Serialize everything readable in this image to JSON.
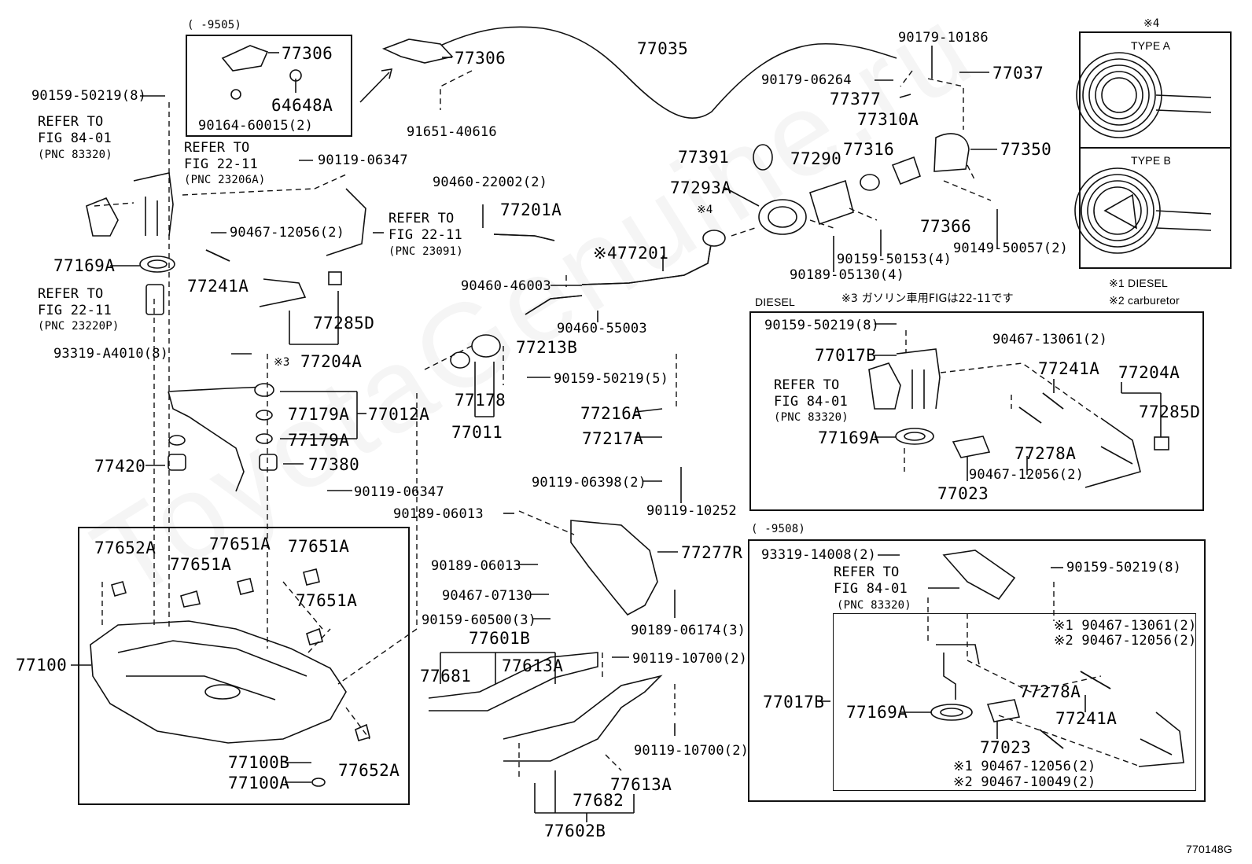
{
  "watermark": "ToyotaGenuine.ru",
  "diagram_code": "770148G",
  "headers": {
    "top_range": "(    -9505)",
    "diesel_box": "DIESEL",
    "bottom_range": "(    -9508)",
    "type_a": "TYPE A",
    "type_b": "TYPE B",
    "types_mark": "※4"
  },
  "notes": {
    "n1": "※1  DIESEL",
    "n2": "※2  carburetor",
    "n3": "※3  ガソリン車用FIGは22-11です"
  },
  "labels": {
    "p77306a": "77306",
    "p64648a": "64648A",
    "p90164": "90164-60015(2)",
    "p77306b": "77306",
    "p91651": "91651-40616",
    "p77035": "77035",
    "p90179_10186": "90179-10186",
    "p77037": "77037",
    "p90179_06264": "90179-06264",
    "p77377": "77377",
    "p77310a": "77310A",
    "p77316": "77316",
    "p77350": "77350",
    "p77391": "77391",
    "p77290": "77290",
    "p77293a": "77293A",
    "p77366": "77366",
    "p90149": "90149-50057(2)",
    "p90159_50153": "90159-50153(4)",
    "p90189_05130": "90189-05130(4)",
    "mark4a": "※4",
    "p77201": "※477201",
    "p90460_22002": "90460-22002(2)",
    "p77201a": "77201A",
    "p90460_46003": "90460-46003",
    "p90460_55003": "90460-55003",
    "p77213b": "77213B",
    "p90159_50219_8": "90159-50219(8)",
    "ref84_1": "REFER TO",
    "ref84_2": "FIG 84-01",
    "ref84_3": "(PNC 83320)",
    "ref22a_1": "REFER TO",
    "ref22a_2": "FIG 22-11",
    "ref22a_3": "(PNC 23206A)",
    "p90119_06347a": "90119-06347",
    "ref22b_1": "REFER TO",
    "ref22b_2": "FIG 22-11",
    "ref22b_3": "(PNC 23091)",
    "p90467_12056": "90467-12056(2)",
    "p77169a": "77169A",
    "p77241a": "77241A",
    "ref22c_1": "REFER TO",
    "ref22c_2": "FIG 22-11",
    "ref22c_3": "(PNC 23220P)",
    "p77285d": "77285D",
    "p93319_a4010": "93319-A4010(8)",
    "mark3": "※3",
    "p77204a": "77204A",
    "p77179a_1": "77179A",
    "p77012a": "77012A",
    "p77179a_2": "77179A",
    "p77420": "77420",
    "p77380": "77380",
    "p90119_06347b": "90119-06347",
    "p77178": "77178",
    "p77011": "77011",
    "p90159_50219_5": "90159-50219(5)",
    "p77216a": "77216A",
    "p77217a": "77217A",
    "p90119_06398": "90119-06398(2)",
    "p90119_10252": "90119-10252",
    "p90189_06013a": "90189-06013",
    "p90189_06013b": "90189-06013",
    "p77277r": "77277R",
    "p90467_07130": "90467-07130",
    "p90159_60500": "90159-60500(3)",
    "p90189_06174": "90189-06174(3)",
    "p77601b": "77601B",
    "p77681": "77681",
    "p77613a_1": "77613A",
    "p90119_10700a": "90119-10700(2)",
    "p90119_10700b": "90119-10700(2)",
    "p77682": "77682",
    "p77613a_2": "77613A",
    "p77602b": "77602B",
    "p77652a_1": "77652A",
    "p77651a_1": "77651A",
    "p77651a_2": "77651A",
    "p77651a_3": "77651A",
    "p77651a_4": "77651A",
    "p77100": "77100",
    "p77100b": "77100B",
    "p77100a": "77100A",
    "p77652a_2": "77652A",
    "d_90159_50219": "90159-50219(8)",
    "d_77017b": "77017B",
    "d_ref_1": "REFER TO",
    "d_ref_2": "FIG 84-01",
    "d_ref_3": "(PNC 83320)",
    "d_77169a": "77169A",
    "d_90467_13061": "90467-13061(2)",
    "d_77241a": "77241A",
    "d_77204a": "77204A",
    "d_77285d": "77285D",
    "d_77278a": "77278A",
    "d_90467_12056": "90467-12056(2)",
    "d_77023": "77023",
    "b_93319_14008": "93319-14008(2)",
    "b_ref_1": "REFER TO",
    "b_ref_2": "FIG 84-01",
    "b_ref_3": "(PNC 83320)",
    "b_90159_50219": "90159-50219(8)",
    "b_n1_13061": "※1 90467-13061(2)",
    "b_n2_12056": "※2 90467-12056(2)",
    "b_77017b": "77017B",
    "b_77169a": "77169A",
    "b_77278a": "77278A",
    "b_77241a": "77241A",
    "b_77023": "77023",
    "b_n1_12056": "※1 90467-12056(2)",
    "b_n2_10049": "※2 90467-10049(2)"
  }
}
